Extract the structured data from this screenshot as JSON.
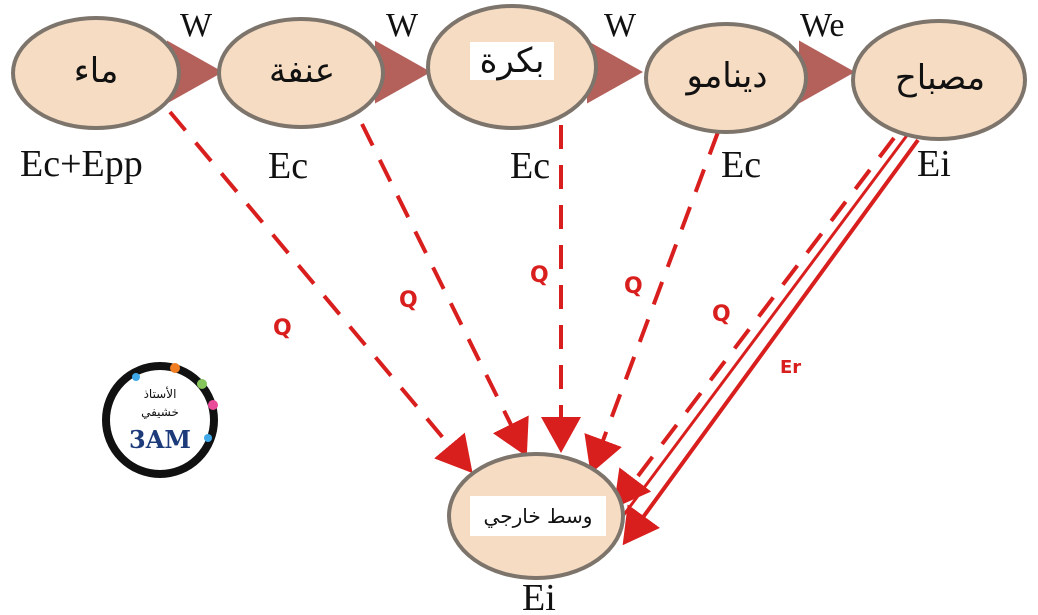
{
  "nodes": [
    {
      "name": "ماء",
      "energy": "Ec+Epp"
    },
    {
      "name": "عنفة",
      "energy": "Ec"
    },
    {
      "name": "بكرة",
      "energy": "Ec"
    },
    {
      "name": "دينامو",
      "energy": "Ec"
    },
    {
      "name": "مصباح",
      "energy": "Ei"
    }
  ],
  "transfers": [
    "W",
    "W",
    "W",
    "We"
  ],
  "sink": {
    "name": "وسط خارجي",
    "energy": "Ei"
  },
  "arrows": {
    "heat": "Q",
    "radiation": "Er"
  },
  "logo": {
    "line1": "الأستاذ",
    "line2": "خشيفي",
    "brand": "3AM"
  },
  "colors": {
    "node_fill": "#f6dcc3",
    "node_stroke": "#7d746b",
    "arrow": "#d91e1e",
    "transfer_arrow": "#b4615b"
  }
}
